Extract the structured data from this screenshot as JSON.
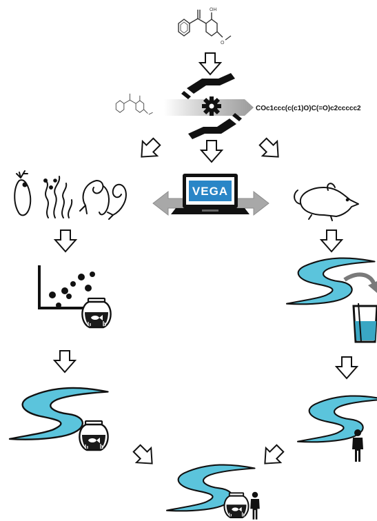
{
  "molecule": {
    "smiles": "COc1ccc(c(c1)O)C(=O)c2ccccc2",
    "hydroxyl_label": "OH",
    "oxygen_label": "O"
  },
  "software": {
    "name": "VEGA"
  },
  "colors": {
    "river": "#5bc4dc",
    "arrow_fill": "#ffffff",
    "arrow_stroke": "#111111",
    "gear": "#111111",
    "screen": "#1d78b8",
    "grey_arrow": "#a8a8a8",
    "water": "#3aa7c4"
  },
  "icons": [
    "aquatic-organisms-icon",
    "rat-icon",
    "laptop-icon",
    "scatter-plot-icon",
    "fishbowl-icon",
    "river-icon",
    "drinking-water-icon",
    "person-icon",
    "handshake-gear-icon"
  ]
}
